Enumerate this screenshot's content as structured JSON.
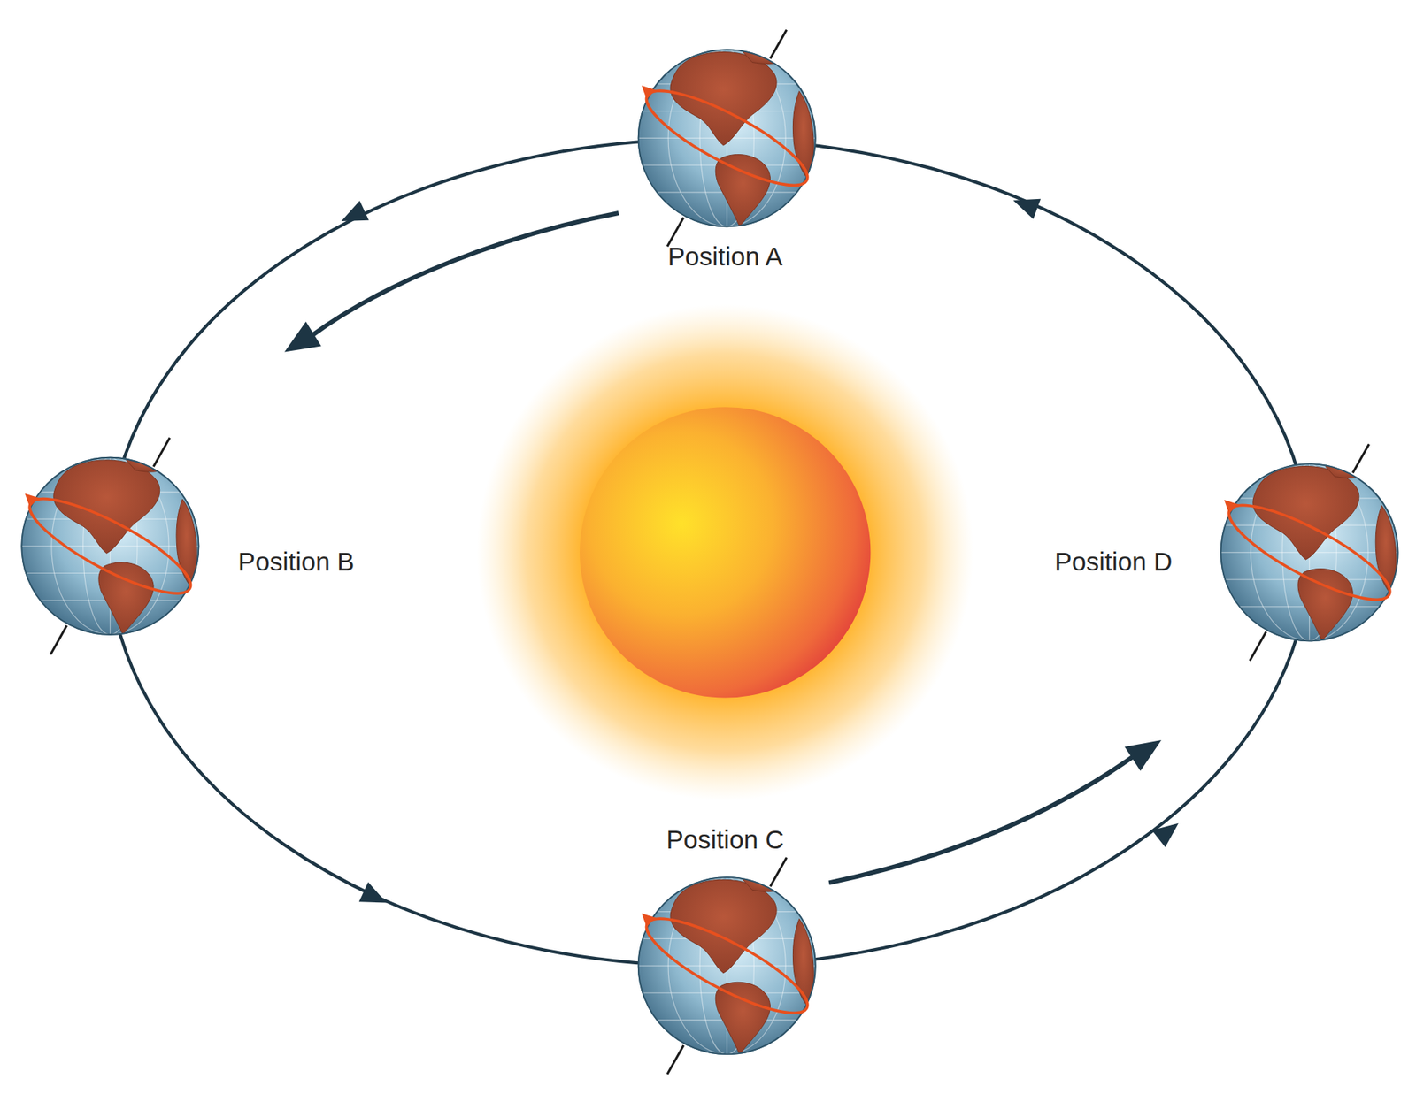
{
  "diagram": {
    "labels": [
      "Position A",
      "Position B",
      "Position C",
      "Position D"
    ]
  }
}
